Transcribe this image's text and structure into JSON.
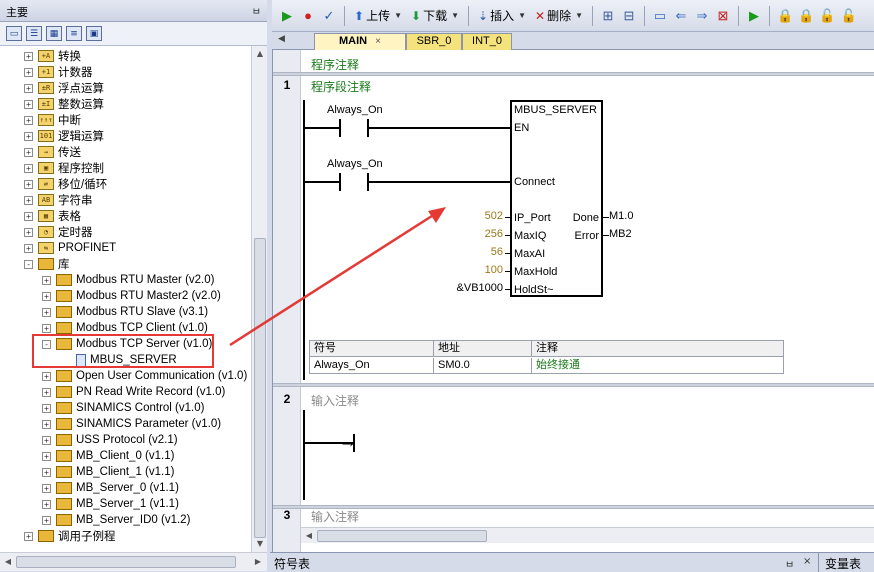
{
  "left_panel": {
    "title": "主要",
    "pin": "ㅂ",
    "tree": [
      {
        "label": "转换",
        "expander": "+",
        "icon": "convert-icon",
        "glyph": "+A",
        "indent": 0
      },
      {
        "label": "计数器",
        "expander": "+",
        "icon": "counter-icon",
        "glyph": "+1",
        "indent": 0
      },
      {
        "label": "浮点运算",
        "expander": "+",
        "icon": "float-math-icon",
        "glyph": "±R",
        "indent": 0
      },
      {
        "label": "整数运算",
        "expander": "+",
        "icon": "int-math-icon",
        "glyph": "±I",
        "indent": 0
      },
      {
        "label": "中断",
        "expander": "+",
        "icon": "interrupt-icon",
        "glyph": "↑↑↑",
        "indent": 0
      },
      {
        "label": "逻辑运算",
        "expander": "+",
        "icon": "logic-icon",
        "glyph": "101",
        "indent": 0
      },
      {
        "label": "传送",
        "expander": "+",
        "icon": "move-icon",
        "glyph": "→",
        "indent": 0
      },
      {
        "label": "程序控制",
        "expander": "+",
        "icon": "program-control-icon",
        "glyph": "▣",
        "indent": 0
      },
      {
        "label": "移位/循环",
        "expander": "+",
        "icon": "shift-icon",
        "glyph": "⇄",
        "indent": 0
      },
      {
        "label": "字符串",
        "expander": "+",
        "icon": "string-icon",
        "glyph": "AB",
        "indent": 0
      },
      {
        "label": "表格",
        "expander": "+",
        "icon": "table-icon",
        "glyph": "▦",
        "indent": 0
      },
      {
        "label": "定时器",
        "expander": "+",
        "icon": "timer-icon",
        "glyph": "◔",
        "indent": 0
      },
      {
        "label": "PROFINET",
        "expander": "+",
        "icon": "profinet-icon",
        "glyph": "⇆",
        "indent": 0
      },
      {
        "label": "库",
        "expander": "-",
        "icon": "library-folder-icon",
        "glyph": "",
        "indent": 0
      },
      {
        "label": "Modbus RTU Master (v2.0)",
        "expander": "+",
        "icon": "library-icon",
        "glyph": "",
        "indent": 1
      },
      {
        "label": "Modbus RTU Master2 (v2.0)",
        "expander": "+",
        "icon": "library-icon",
        "glyph": "",
        "indent": 1
      },
      {
        "label": "Modbus RTU Slave (v3.1)",
        "expander": "+",
        "icon": "library-icon",
        "glyph": "",
        "indent": 1
      },
      {
        "label": "Modbus TCP Client (v1.0)",
        "expander": "+",
        "icon": "library-icon",
        "glyph": "",
        "indent": 1
      },
      {
        "label": "Modbus TCP Server (v1.0)",
        "expander": "-",
        "icon": "library-icon",
        "glyph": "",
        "indent": 1
      },
      {
        "label": "MBUS_SERVER",
        "expander": "",
        "icon": "block-icon",
        "glyph": "",
        "indent": 2
      },
      {
        "label": "Open User Communication (v1.0)",
        "expander": "+",
        "icon": "library-icon",
        "glyph": "",
        "indent": 1
      },
      {
        "label": "PN Read Write Record (v1.0)",
        "expander": "+",
        "icon": "library-icon",
        "glyph": "",
        "indent": 1
      },
      {
        "label": "SINAMICS Control (v1.0)",
        "expander": "+",
        "icon": "library-icon",
        "glyph": "",
        "indent": 1
      },
      {
        "label": "SINAMICS Parameter (v1.0)",
        "expander": "+",
        "icon": "library-icon",
        "glyph": "",
        "indent": 1
      },
      {
        "label": "USS Protocol (v2.1)",
        "expander": "+",
        "icon": "library-icon",
        "glyph": "",
        "indent": 1
      },
      {
        "label": "MB_Client_0 (v1.1)",
        "expander": "+",
        "icon": "library-icon",
        "glyph": "",
        "indent": 1
      },
      {
        "label": "MB_Client_1 (v1.1)",
        "expander": "+",
        "icon": "library-icon",
        "glyph": "",
        "indent": 1
      },
      {
        "label": "MB_Server_0 (v1.1)",
        "expander": "+",
        "icon": "library-icon",
        "glyph": "",
        "indent": 1
      },
      {
        "label": "MB_Server_1 (v1.1)",
        "expander": "+",
        "icon": "library-icon",
        "glyph": "",
        "indent": 1
      },
      {
        "label": "MB_Server_ID0 (v1.2)",
        "expander": "+",
        "icon": "library-icon",
        "glyph": "",
        "indent": 1
      },
      {
        "label": "调用子例程",
        "expander": "+",
        "icon": "subroutine-folder-icon",
        "glyph": "",
        "indent": 0
      }
    ]
  },
  "toolbar": {
    "upload_label": "上传",
    "download_label": "下载",
    "insert_label": "插入",
    "delete_label": "删除"
  },
  "tabs": [
    {
      "label": "MAIN",
      "active": true,
      "close": "×"
    },
    {
      "label": "SBR_0",
      "active": false
    },
    {
      "label": "INT_0",
      "active": false
    }
  ],
  "editor": {
    "program_comment": "程序注释",
    "networks": [
      {
        "number": "1",
        "comment": "程序段注释"
      },
      {
        "number": "2",
        "comment": "输入注释"
      },
      {
        "number": "3",
        "comment": "输入注释"
      }
    ],
    "contacts": [
      {
        "label": "Always_On"
      },
      {
        "label": "Always_On"
      }
    ],
    "function_block": {
      "name": "MBUS_SERVER",
      "inputs": [
        {
          "pin": "EN",
          "value": ""
        },
        {
          "pin": "Connect",
          "value": ""
        },
        {
          "pin": "IP_Port",
          "value": "502"
        },
        {
          "pin": "MaxIQ",
          "value": "256"
        },
        {
          "pin": "MaxAI",
          "value": "56"
        },
        {
          "pin": "MaxHold",
          "value": "100"
        },
        {
          "pin": "HoldSt~",
          "value": "&VB1000"
        }
      ],
      "outputs": [
        {
          "pin": "Done",
          "value": "M1.0"
        },
        {
          "pin": "Error",
          "value": "MB2"
        }
      ]
    },
    "symbol_table": {
      "headers": [
        "符号",
        "地址",
        "注释"
      ],
      "rows": [
        [
          "Always_On",
          "SM0.0",
          "始终接通"
        ]
      ]
    }
  },
  "bottom_panels": {
    "symbol_table_title": "符号表",
    "variable_table_title": "变量表",
    "pin": "ㅂ",
    "close": "×"
  },
  "colors": {
    "highlight_red": "#e53935",
    "comment_green": "#1a7a1a",
    "param_gold": "#9a7a1a",
    "tab_active": "#fff4c2",
    "tab_inactive": "#f4e27d"
  }
}
